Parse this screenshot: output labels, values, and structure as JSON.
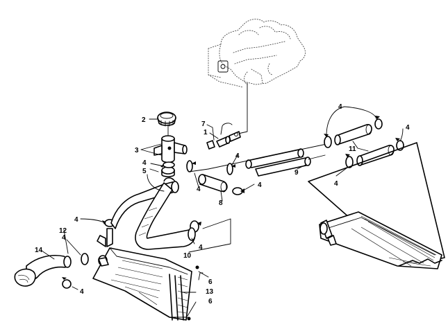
{
  "labels": {
    "l1": "1",
    "l2": "2",
    "l3": "3",
    "l4a": "4",
    "l4b": "4",
    "l4c": "4",
    "l4d": "4",
    "l4e": "4",
    "l4f": "4",
    "l4g": "4",
    "l4h": "4",
    "l4i": "4",
    "l4j": "4",
    "l4k": "4",
    "l5": "5",
    "l6a": "6",
    "l6b": "6",
    "l7": "7",
    "l8": "8",
    "l9": "9",
    "l10": "10",
    "l11": "11",
    "l12": "12",
    "l13": "13",
    "l14": "14"
  }
}
